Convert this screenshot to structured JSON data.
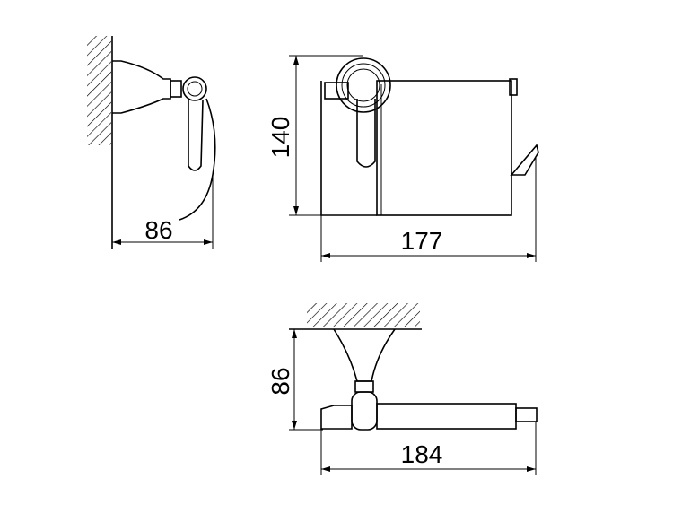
{
  "drawing": {
    "side_view": {
      "dimension_depth": "86"
    },
    "front_view": {
      "dimension_height": "140",
      "dimension_width": "177"
    },
    "top_view": {
      "dimension_depth": "86",
      "dimension_width": "184"
    },
    "line_color": "#000000"
  }
}
